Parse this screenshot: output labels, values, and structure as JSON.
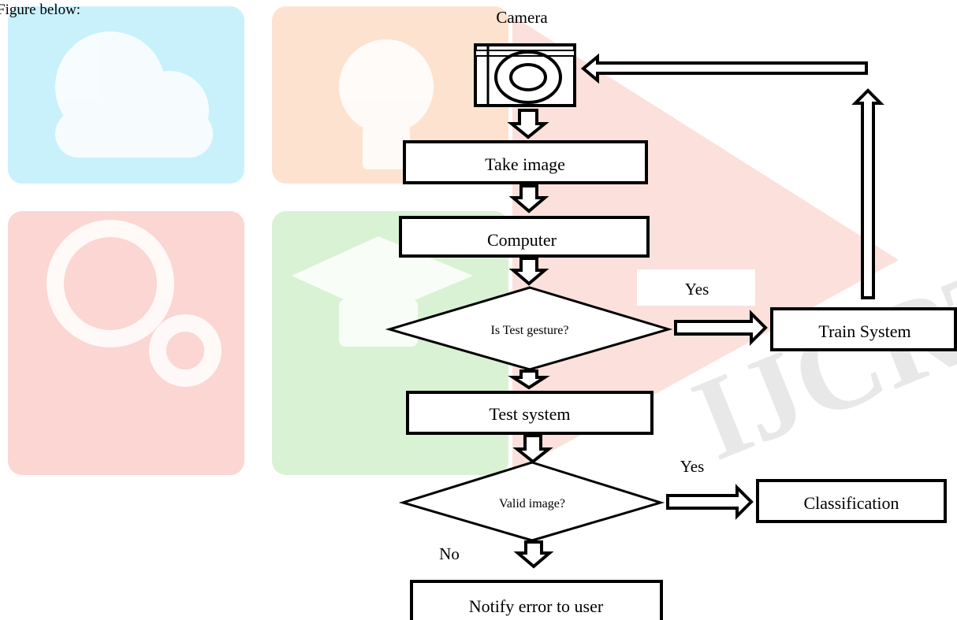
{
  "caption": "Figure below:",
  "watermark": {
    "text": "IJCRT"
  },
  "nodes": {
    "camera": "Camera",
    "take_image": "Take image",
    "computer": "Computer",
    "test_gesture": "Is Test gesture?",
    "train_system": "Train System",
    "test_system": "Test system",
    "valid_image": "Valid image?",
    "classification": "Classification",
    "notify_error": "Notify error to user"
  },
  "edge_labels": {
    "gesture_yes": "Yes",
    "valid_yes": "Yes",
    "valid_no": "No"
  },
  "colors": {
    "tile_cyan": "#c9f1fb",
    "tile_orange": "#fde3cf",
    "tile_red": "#fbd6d2",
    "tile_green": "#d9f2d4",
    "play_red": "#fbd3cd"
  }
}
